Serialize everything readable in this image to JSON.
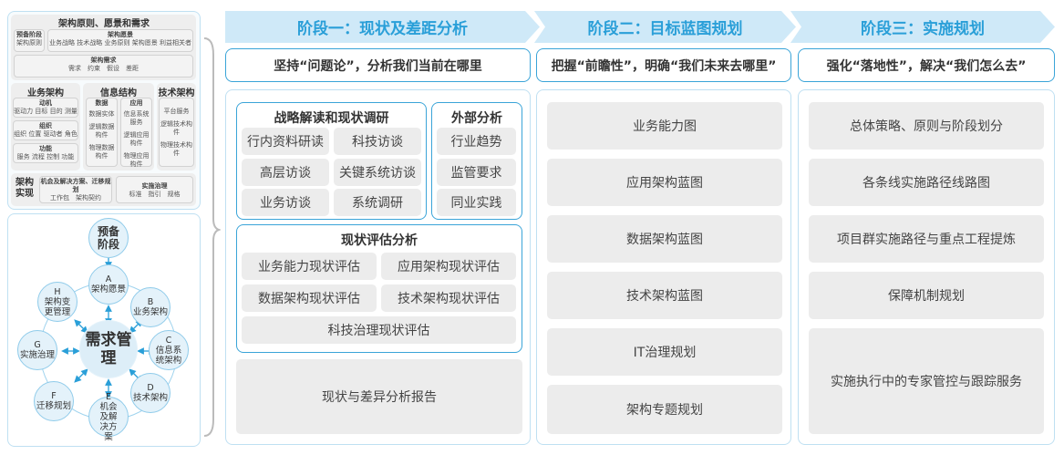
{
  "left": {
    "top_title": "架构原则、愿景和需求",
    "prep": {
      "title": "预备阶段",
      "items": "架构原则"
    },
    "vision": {
      "title": "架构愿景",
      "items": "业务战略 技术战略 业务原则 架构愿景 利益相关者"
    },
    "req": {
      "title": "架构需求",
      "items": "需求　约束　假设　差距"
    },
    "biz": {
      "title": "业务架构",
      "groups": [
        {
          "title": "动机",
          "items": "驱动力 目标 目的 测量"
        },
        {
          "title": "组织",
          "items": "组织 位置 驱动者 角色"
        },
        {
          "title": "功能",
          "items": "服务 流程 控制 功能"
        }
      ]
    },
    "info": {
      "title": "信息结构",
      "data": {
        "title": "数据",
        "items": [
          "数据实体",
          "逻辑数据构件",
          "物理数据构件"
        ]
      },
      "app": {
        "title": "应用",
        "items": [
          "信息系统服务",
          "逻辑应用构件",
          "物理应用构件"
        ]
      }
    },
    "tech": {
      "title": "技术架构",
      "items": [
        "平台服务",
        "逻辑技术构件",
        "物理技术构件"
      ]
    },
    "impl": {
      "title": "架构实现",
      "opp": {
        "title": "机会及解决方案、迁移规划",
        "items": "工作包　架构契约"
      },
      "gov": {
        "title": "实施治理",
        "items": "标准　指引　规格"
      }
    }
  },
  "cycle": {
    "center": "需求管理",
    "prep": "预备阶段",
    "nodes": [
      {
        "letter": "A",
        "label": "架构愿景"
      },
      {
        "letter": "B",
        "label": "业务架构"
      },
      {
        "letter": "C",
        "label": "信息系统架构"
      },
      {
        "letter": "D",
        "label": "技术架构"
      },
      {
        "letter": "E",
        "label": "机会及解决方案"
      },
      {
        "letter": "F",
        "label": "迁移规划"
      },
      {
        "letter": "G",
        "label": "实施治理"
      },
      {
        "letter": "H",
        "label": "架构变更管理"
      }
    ]
  },
  "stages": [
    {
      "title": "阶段一：现状及差距分析",
      "slogan": "坚持“问题论”，分析我们当前在哪里",
      "strategy": {
        "title": "战略解读和现状调研",
        "items": [
          "行内资料研读",
          "科技访谈",
          "高层访谈",
          "关键系统访谈",
          "业务访谈",
          "系统调研"
        ]
      },
      "external": {
        "title": "外部分析",
        "items": [
          "行业趋势",
          "监管要求",
          "同业实践"
        ]
      },
      "assess": {
        "title": "现状评估分析",
        "items": [
          "业务能力现状评估",
          "应用架构现状评估",
          "数据架构现状评估",
          "技术架构现状评估",
          "科技治理现状评估"
        ]
      },
      "report": "现状与差异分析报告"
    },
    {
      "title": "阶段二：目标蓝图规划",
      "slogan": "把握“前瞻性”，明确“我们未来去哪里”",
      "items": [
        "业务能力图",
        "应用架构蓝图",
        "数据架构蓝图",
        "技术架构蓝图",
        "IT治理规划",
        "架构专题规划"
      ]
    },
    {
      "title": "阶段三：实施规划",
      "slogan": "强化“落地性”，解决“我们怎么去”",
      "items": [
        "总体策略、原则与阶段划分",
        "各条线实施路径线路图",
        "项目群实施路径与重点工程提炼",
        "保障机制规划",
        "实施执行中的专家管控与跟踪服务"
      ]
    }
  ],
  "colors": {
    "accent": "#2a9fd8",
    "stage_bg": "#cfe9f8",
    "border": "#3aa4d8",
    "box": "#ececec"
  }
}
